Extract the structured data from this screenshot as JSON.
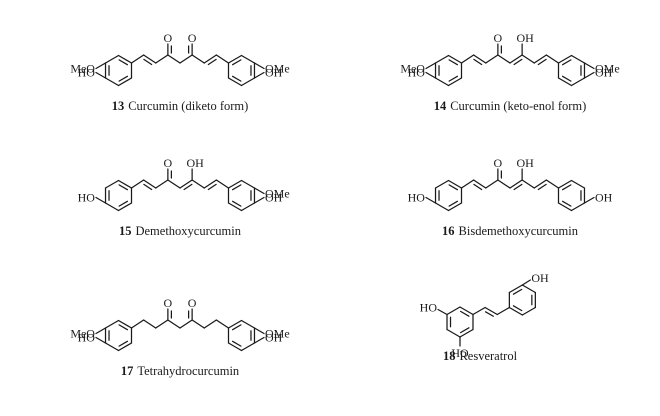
{
  "molecules": [
    {
      "number": "13",
      "name": "Curcumin (diketo form)",
      "template": "diketo",
      "left": "both",
      "right": "both",
      "labels": {
        "left_ome": "MeO",
        "left_oh": "HO",
        "right_ome": "OMe",
        "right_oh": "OH",
        "o1": "O",
        "o2": "O"
      }
    },
    {
      "number": "14",
      "name": "Curcumin (keto-enol form)",
      "template": "ketoenol",
      "left": "both",
      "right": "both",
      "labels": {
        "left_ome": "MeO",
        "left_oh": "HO",
        "right_ome": "OMe",
        "right_oh": "OH",
        "o1": "O",
        "o2": "OH"
      }
    },
    {
      "number": "15",
      "name": "Demethoxycurcumin",
      "template": "ketoenol",
      "left": "para",
      "right": "both",
      "labels": {
        "left_oh": "HO",
        "right_ome": "OMe",
        "right_oh": "OH",
        "o1": "O",
        "o2": "OH"
      }
    },
    {
      "number": "16",
      "name": "Bisdemethoxycurcumin",
      "template": "ketoenol",
      "left": "para",
      "right": "para",
      "labels": {
        "left_oh": "HO",
        "right_oh": "OH",
        "o1": "O",
        "o2": "OH"
      }
    },
    {
      "number": "17",
      "name": "Tetrahydrocurcumin",
      "template": "tetrahydro",
      "left": "both",
      "right": "both",
      "labels": {
        "left_ome": "MeO",
        "left_oh": "HO",
        "right_ome": "OMe",
        "right_oh": "OH",
        "o1": "O",
        "o2": "O"
      }
    },
    {
      "number": "18",
      "name": "Resveratrol",
      "template": "resveratrol",
      "labels": {
        "oh_top": "OH",
        "oh_upper_left": "HO",
        "oh_lower_left": "HO"
      }
    }
  ]
}
